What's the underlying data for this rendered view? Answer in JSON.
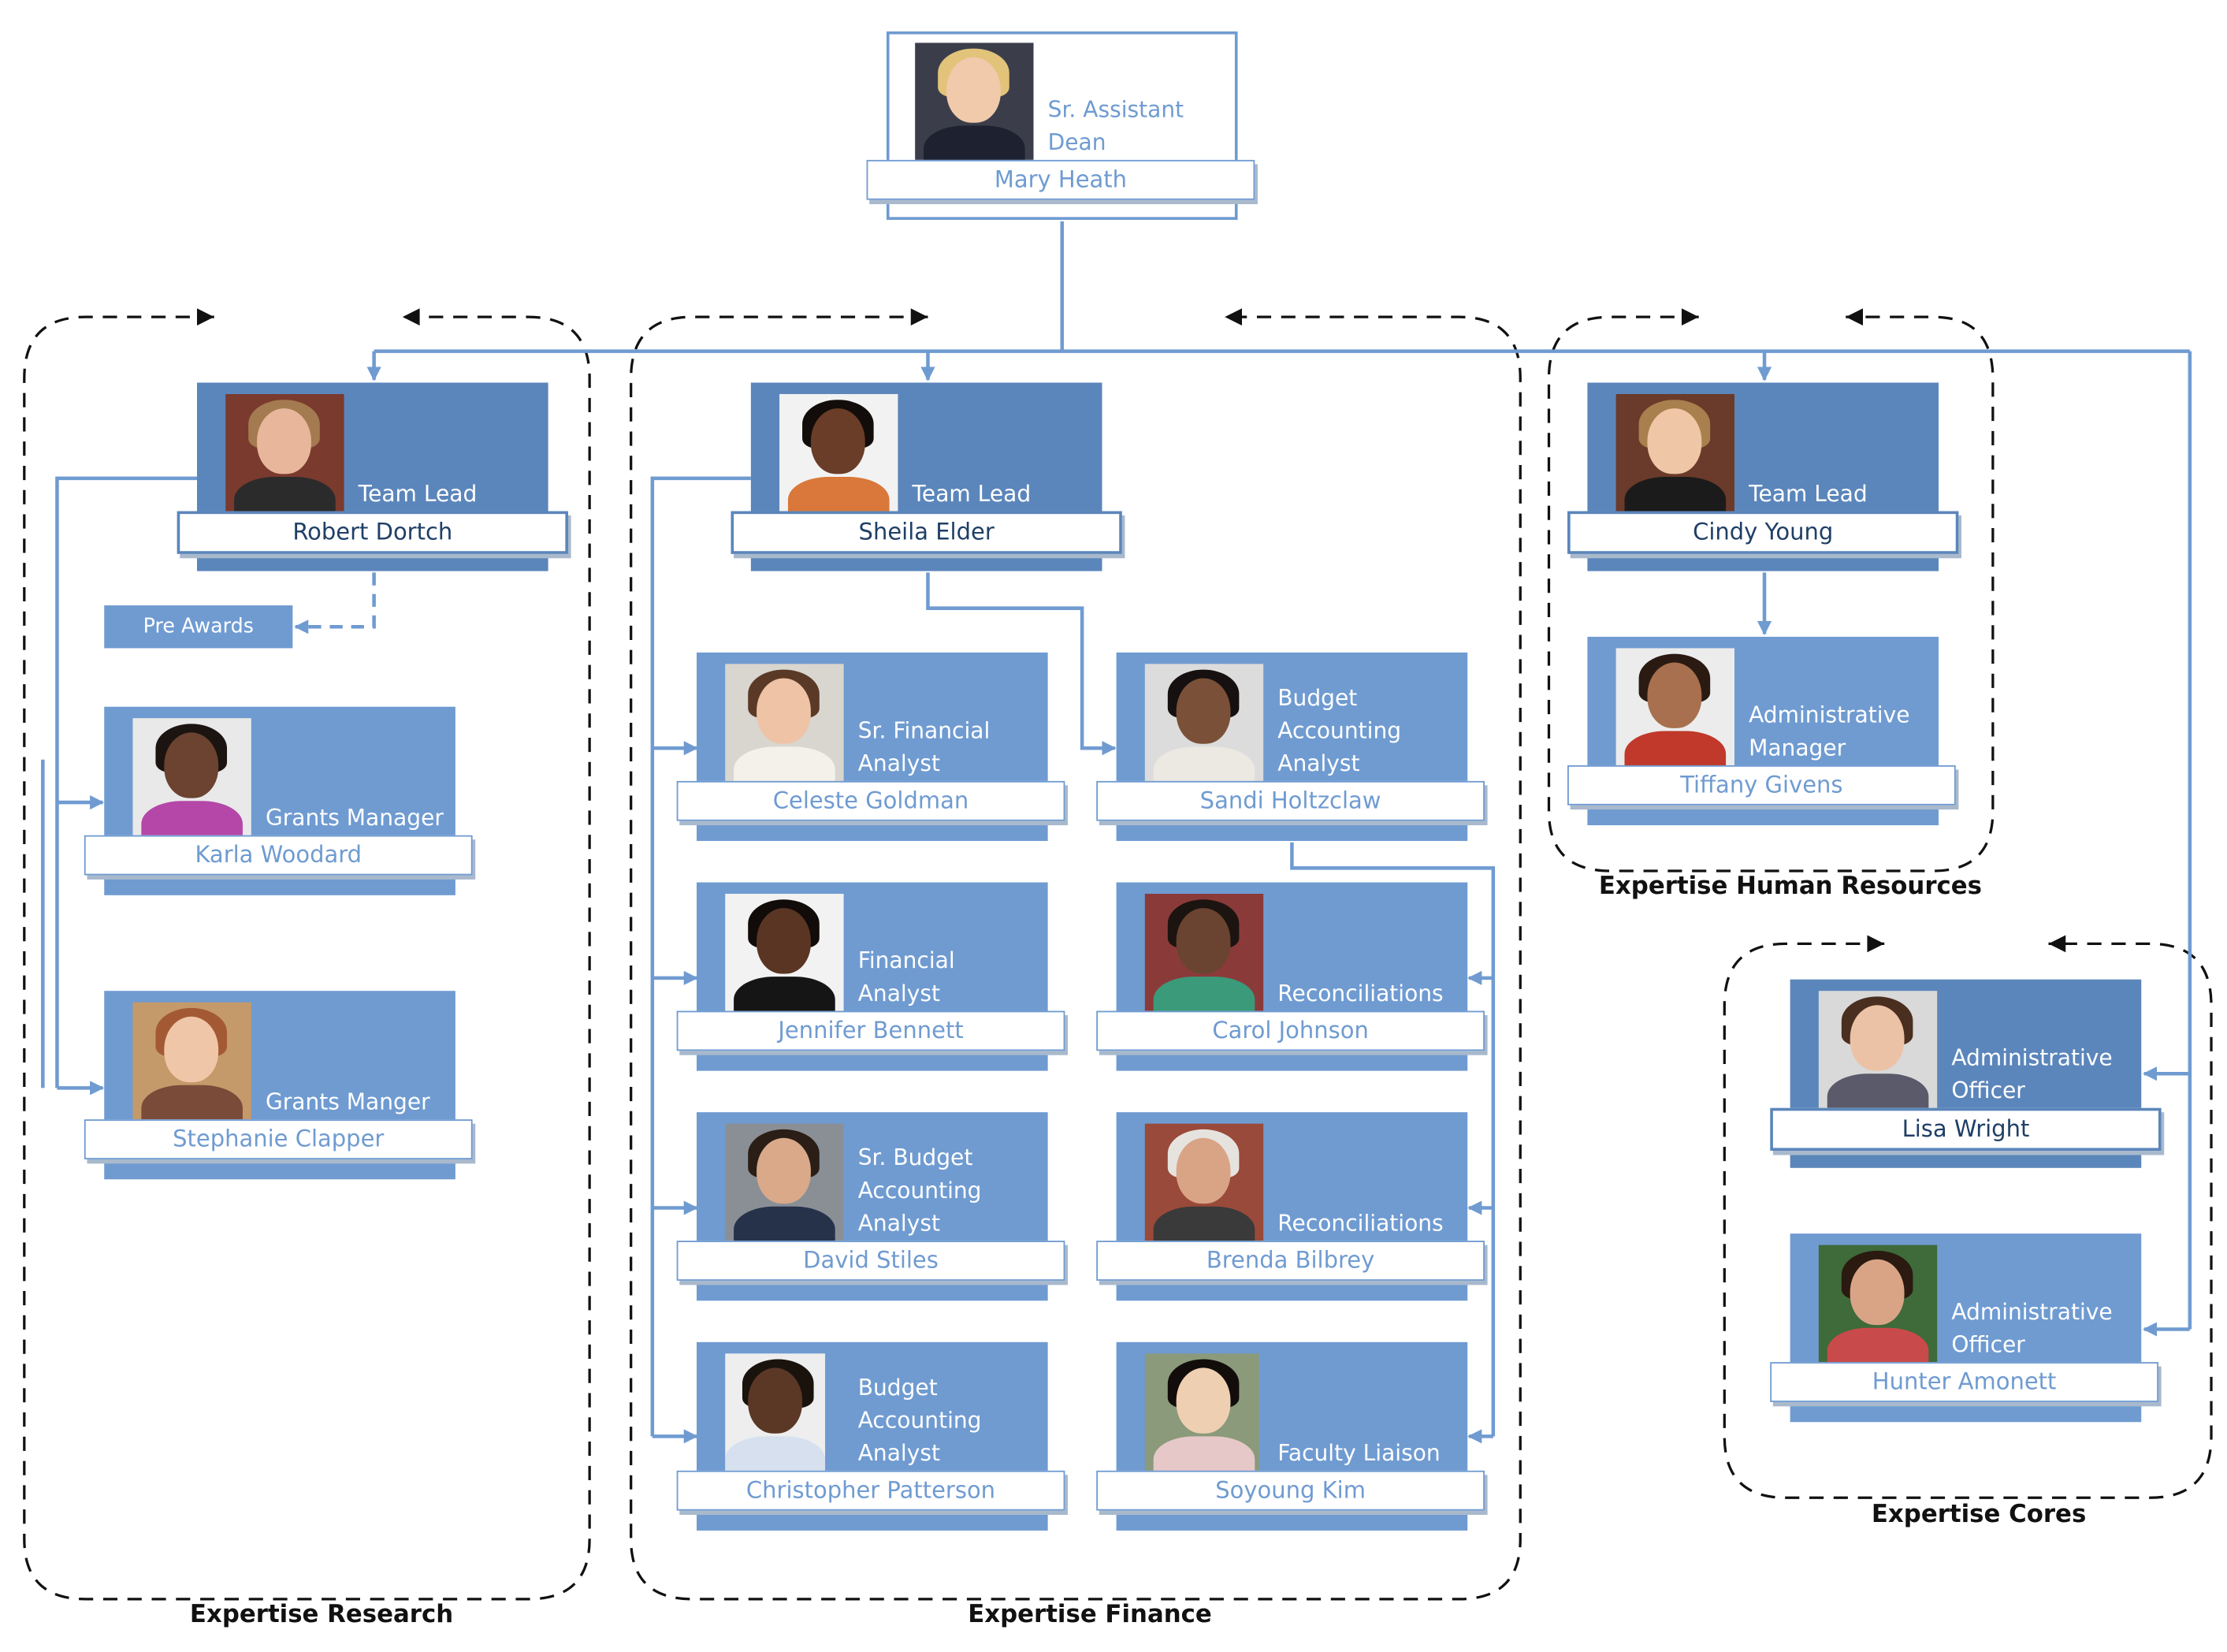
{
  "colors": {
    "box_dark": "#5b86bb",
    "box_light": "#6f9bd1",
    "connector": "#6f9bd1",
    "group_border": "#111111"
  },
  "top": {
    "title": "Sr. Assistant Dean",
    "name": "Mary Heath"
  },
  "groups": {
    "research": {
      "label": "Expertise Research"
    },
    "finance": {
      "label": "Expertise Finance"
    },
    "hr": {
      "label": "Expertise Human Resources"
    },
    "cores": {
      "label": "Expertise Cores"
    }
  },
  "research": {
    "lead": {
      "title": "Team Lead",
      "name": "Robert Dortch"
    },
    "pre_awards": "Pre Awards",
    "members": [
      {
        "title": "Grants Manager",
        "name": "Karla Woodard"
      },
      {
        "title": "Grants Manger",
        "name": "Stephanie Clapper"
      }
    ]
  },
  "finance": {
    "lead": {
      "title": "Team Lead",
      "name": "Sheila Elder"
    },
    "left_column": [
      {
        "title": "Sr. Financial Analyst",
        "name": "Celeste Goldman"
      },
      {
        "title": "Financial Analyst",
        "name": "Jennifer Bennett"
      },
      {
        "title": "Sr. Budget Accounting Analyst",
        "name": "David Stiles"
      },
      {
        "title": "Budget Accounting Analyst",
        "name": "Christopher Patterson"
      }
    ],
    "right_column": [
      {
        "title": "Budget Accounting Analyst",
        "name": "Sandi Holtzclaw"
      },
      {
        "title": "Reconciliations",
        "name": "Carol Johnson"
      },
      {
        "title": "Reconciliations",
        "name": "Brenda Bilbrey"
      },
      {
        "title": "Faculty Liaison",
        "name": "Soyoung Kim"
      }
    ]
  },
  "hr": {
    "lead": {
      "title": "Team Lead",
      "name": "Cindy Young"
    },
    "members": [
      {
        "title": "Administrative Manager",
        "name": "Tiffany Givens"
      }
    ]
  },
  "cores": {
    "members": [
      {
        "title": "Administrative Officer",
        "name": "Lisa Wright"
      },
      {
        "title": "Administrative Officer",
        "name": "Hunter Amonett"
      }
    ]
  }
}
